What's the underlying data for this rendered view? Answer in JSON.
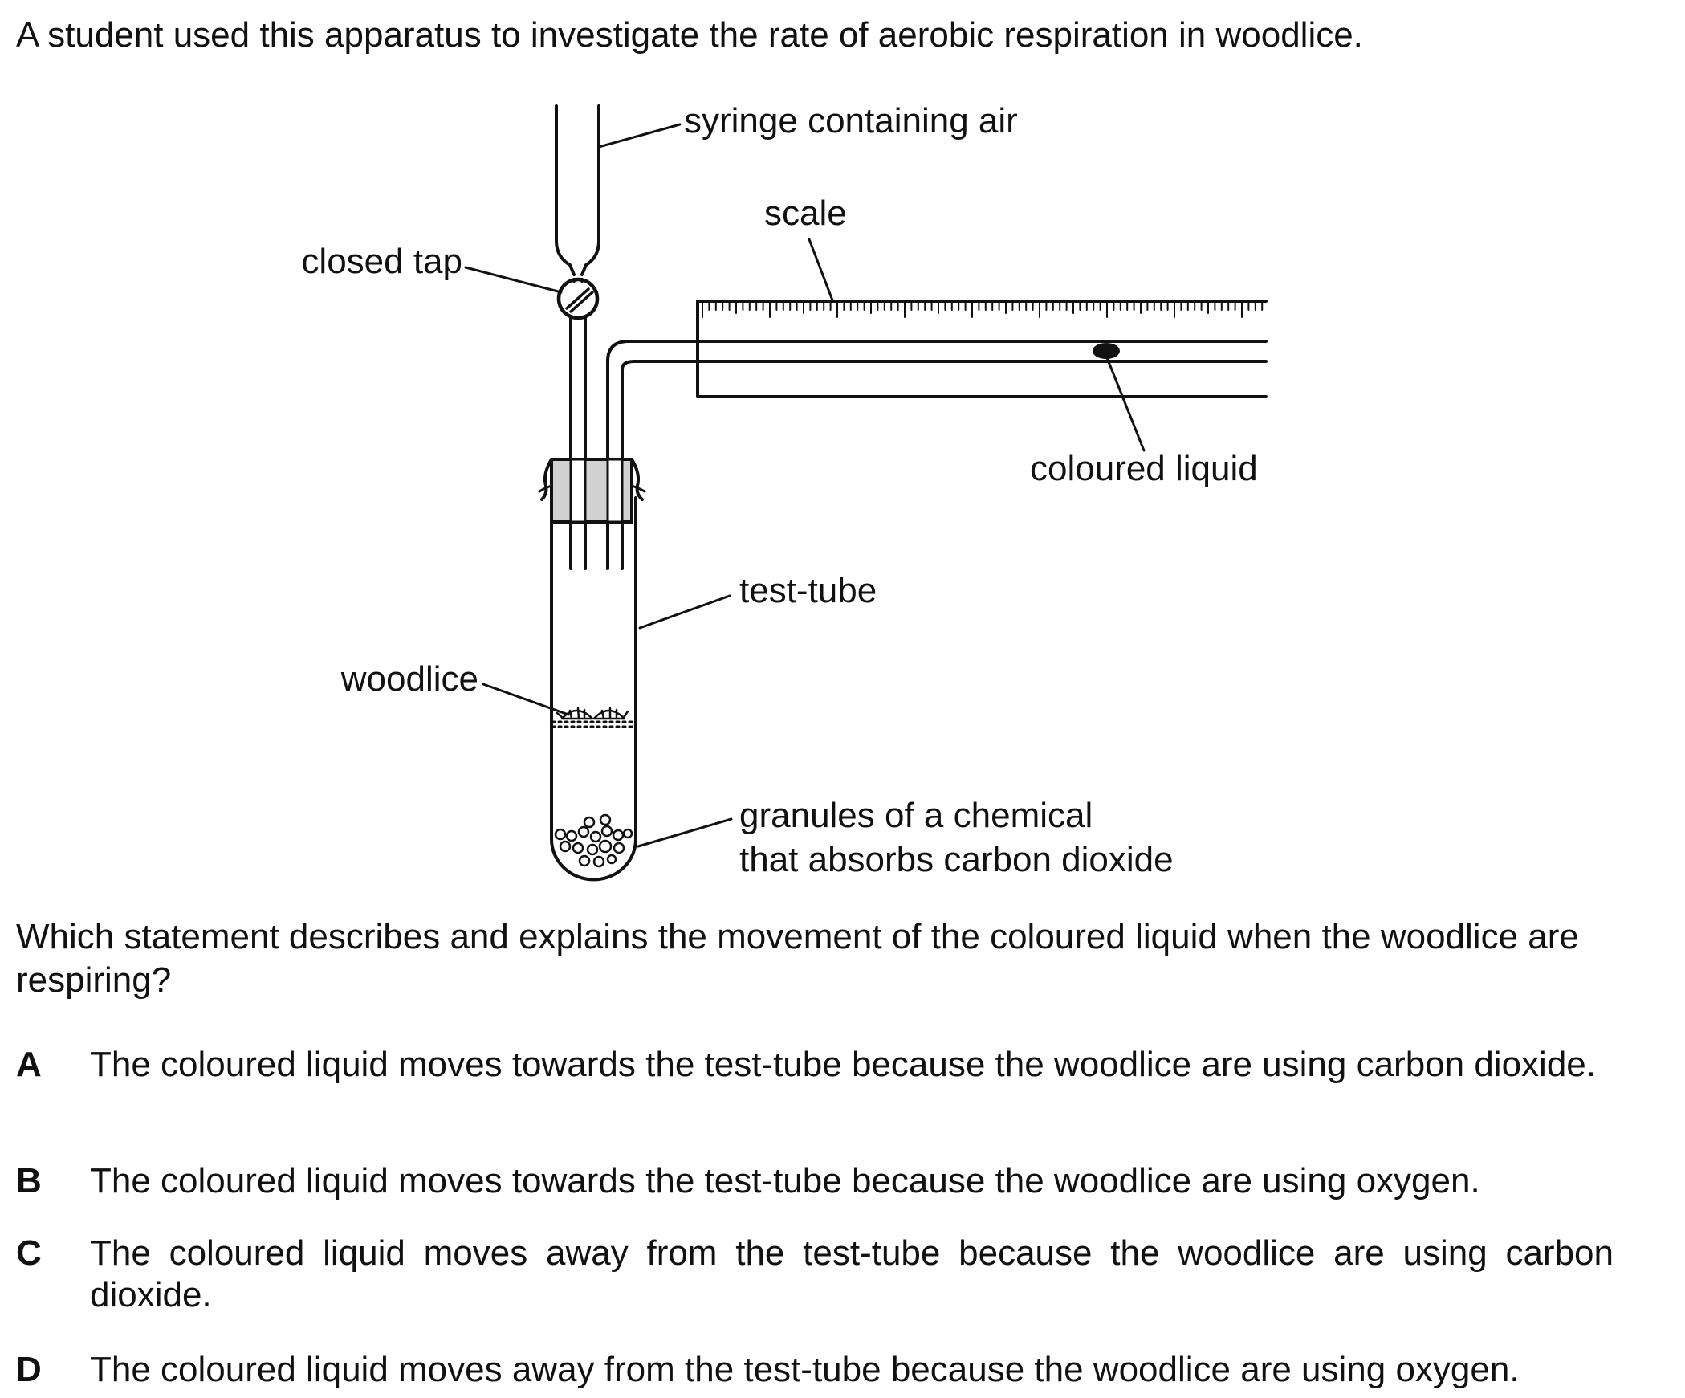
{
  "intro": "A student used this apparatus to investigate the rate of aerobic respiration in woodlice.",
  "diagram": {
    "labels": {
      "syringe": "syringe containing air",
      "scale": "scale",
      "closed_tap": "closed tap",
      "coloured_liquid": "coloured liquid",
      "test_tube": "test-tube",
      "woodlice": "woodlice",
      "granules_line1": "granules of a chemical",
      "granules_line2": "that absorbs carbon dioxide"
    }
  },
  "question": "Which statement describes and explains the movement of the coloured liquid when the woodlice are respiring?",
  "options": [
    {
      "letter": "A",
      "text": "The coloured liquid moves towards the test-tube because the woodlice are using carbon dioxide."
    },
    {
      "letter": "B",
      "text": "The coloured liquid moves towards the test-tube because the woodlice are using oxygen."
    },
    {
      "letter": "C",
      "text": "The coloured liquid moves away from the test-tube because the woodlice are using carbon dioxide."
    },
    {
      "letter": "D",
      "text": "The coloured liquid moves away from the test-tube because the woodlice are using oxygen."
    }
  ]
}
